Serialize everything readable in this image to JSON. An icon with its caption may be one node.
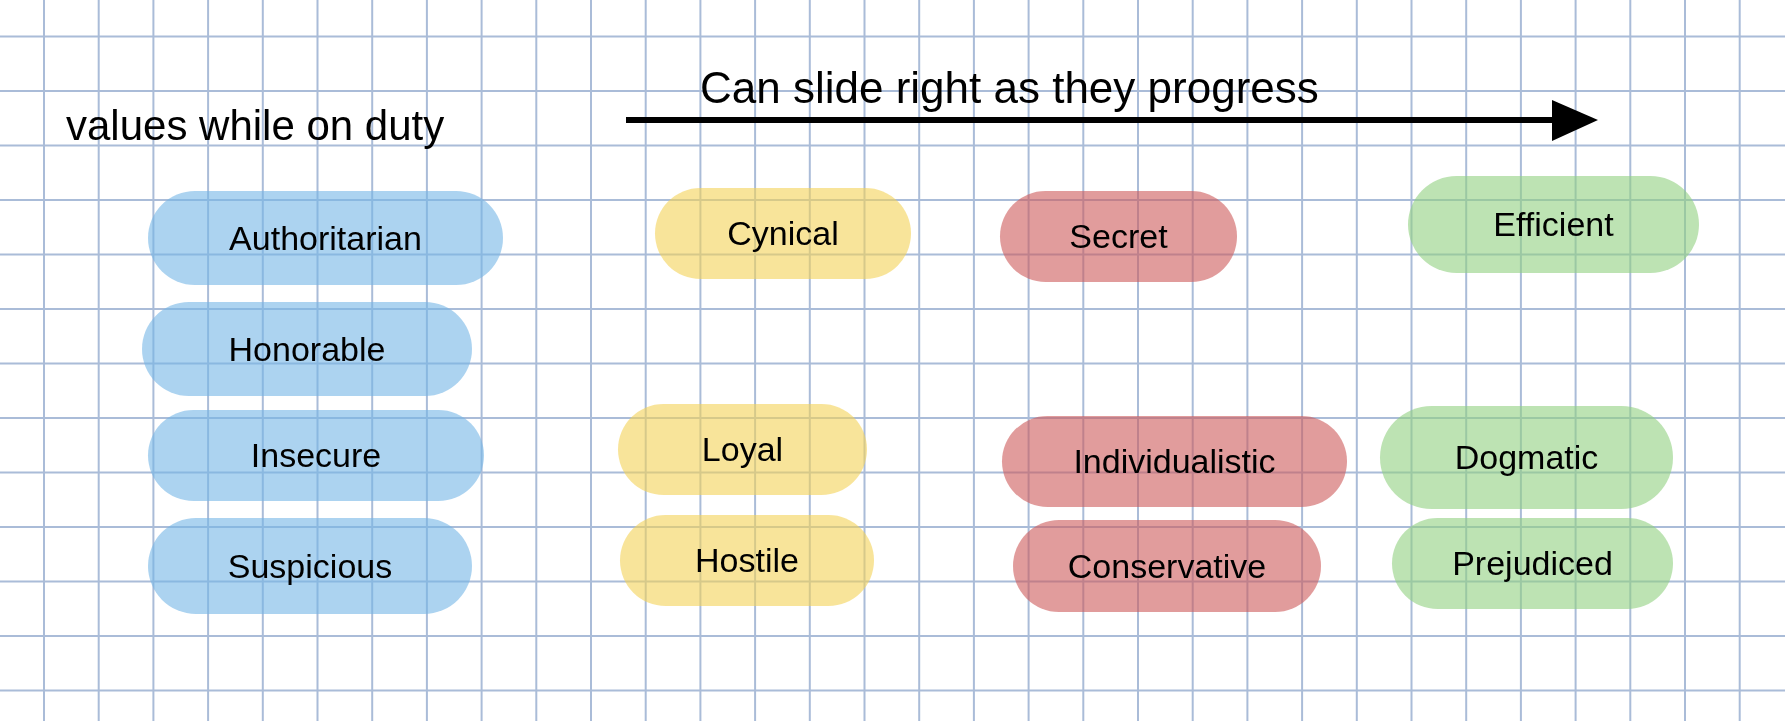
{
  "diagram": {
    "nodes": [
      {
        "text": [
          "Authoritarian"
        ]
      },
      {
        "text": [
          "Honorable"
        ]
      },
      {
        "text": [
          "Insecure"
        ]
      },
      {
        "text": [
          "Suspicious"
        ]
      },
      {
        "text": [
          "Cynical"
        ]
      },
      {
        "text": [
          "Loyal"
        ]
      },
      {
        "text": [
          "Hostile"
        ]
      },
      {
        "text": [
          "Secret"
        ]
      },
      {
        "text": [
          "Individualistic"
        ]
      },
      {
        "text": [
          "Conservative"
        ]
      },
      {
        "text": [
          "Efficient"
        ]
      },
      {
        "text": [
          "Dogmatic"
        ]
      },
      {
        "text": [
          "Prejudiced"
        ]
      }
    ],
    "labels": [
      "values while on duty",
      "Can slide right as they progress"
    ]
  }
}
